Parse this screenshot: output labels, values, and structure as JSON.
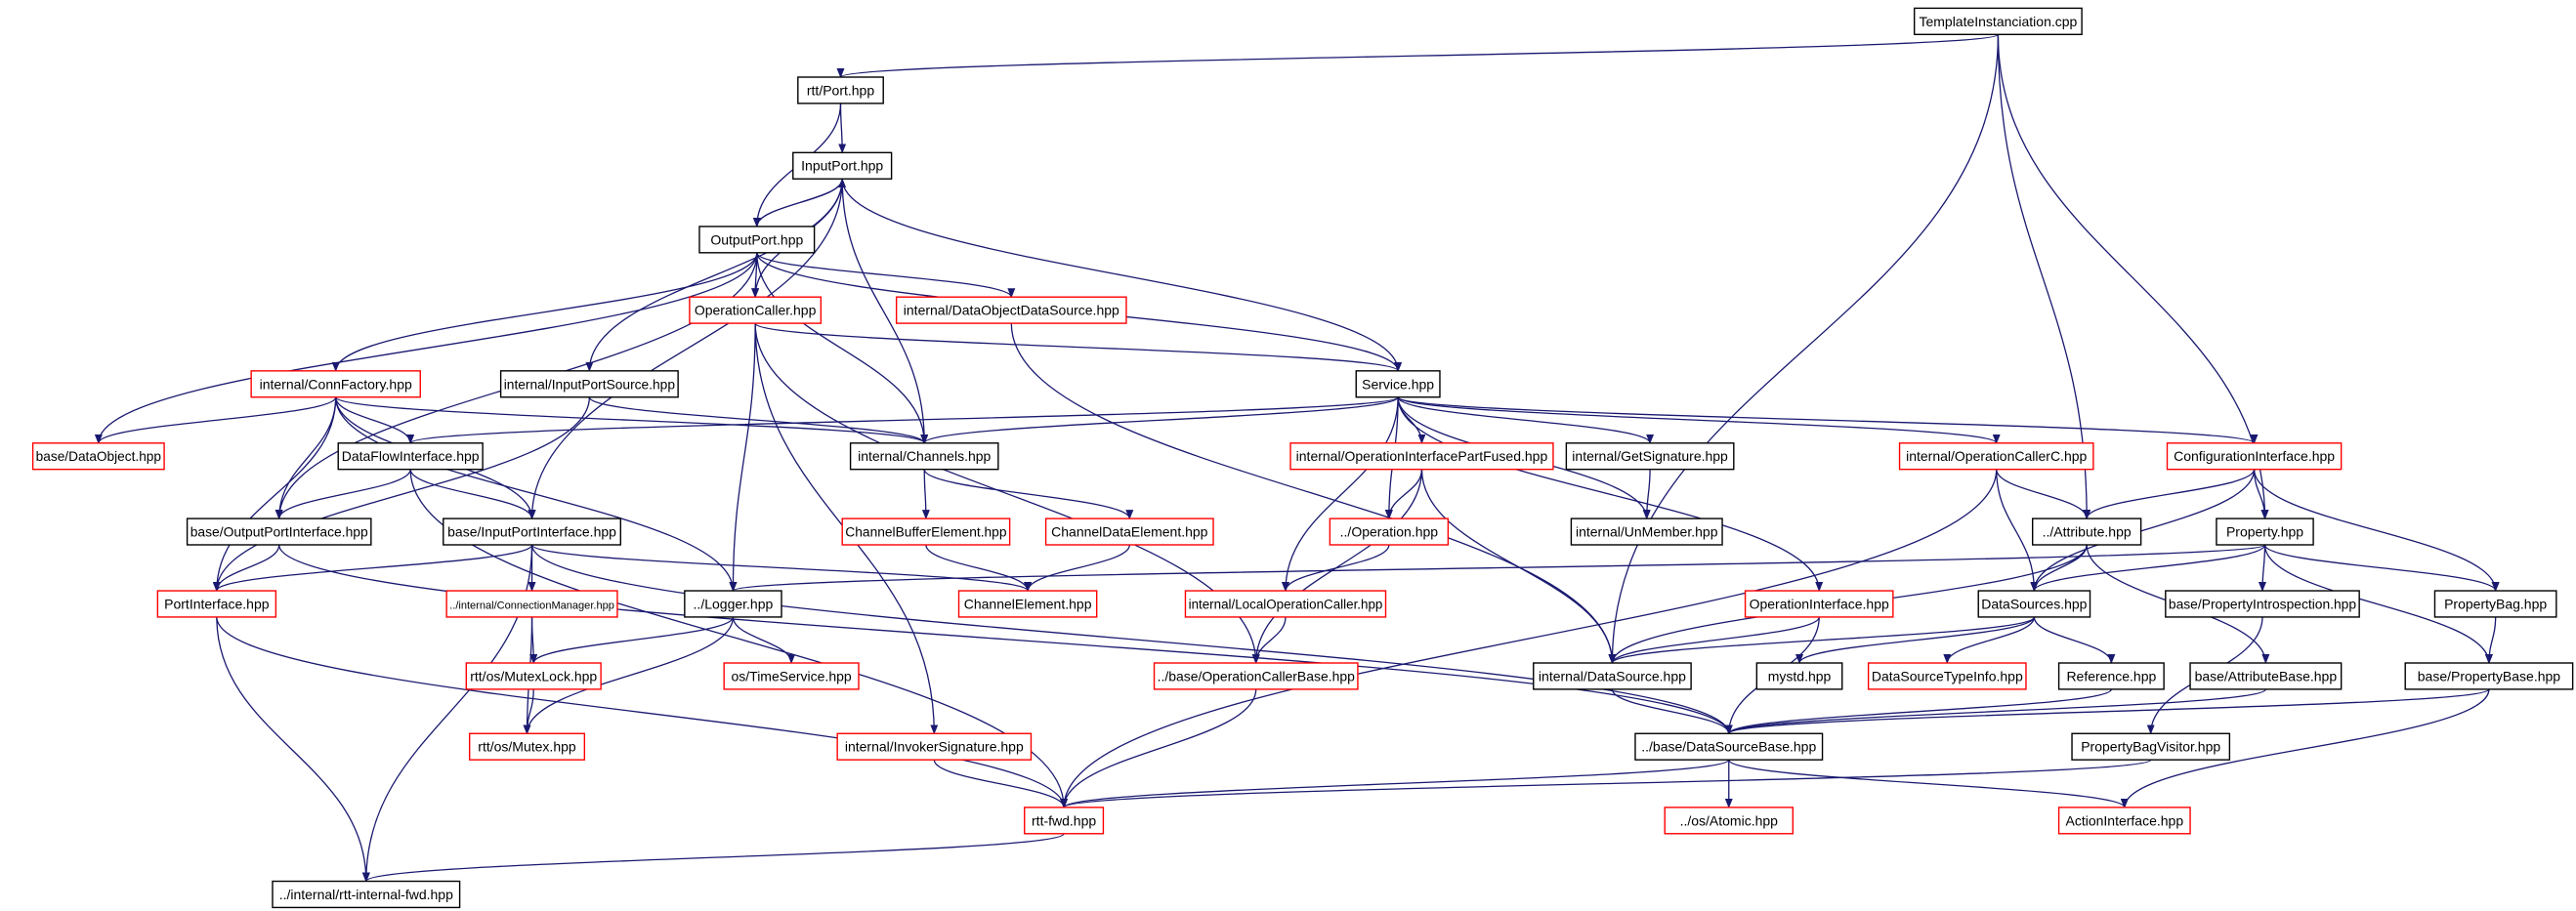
{
  "colors": {
    "edge": "#191970",
    "border_black": "#000000",
    "border_red": "#ff0000",
    "root_fill": "#bfbfbf",
    "background": "#ffffff"
  },
  "nodes": [
    {
      "id": "n0",
      "label": "TemplateInstanciation.cpp",
      "border": "black",
      "root": true
    },
    {
      "id": "n1",
      "label": "rtt/Port.hpp",
      "border": "black"
    },
    {
      "id": "n2",
      "label": "InputPort.hpp",
      "border": "black"
    },
    {
      "id": "n3",
      "label": "OutputPort.hpp",
      "border": "black"
    },
    {
      "id": "n4",
      "label": "OperationCaller.hpp",
      "border": "red"
    },
    {
      "id": "n5",
      "label": "internal/DataObjectDataSource.hpp",
      "border": "red"
    },
    {
      "id": "n6",
      "label": "internal/ConnFactory.hpp",
      "border": "red"
    },
    {
      "id": "n7",
      "label": "internal/InputPortSource.hpp",
      "border": "black"
    },
    {
      "id": "n8",
      "label": "Service.hpp",
      "border": "black"
    },
    {
      "id": "n9",
      "label": "base/DataObject.hpp",
      "border": "red"
    },
    {
      "id": "n10",
      "label": "DataFlowInterface.hpp",
      "border": "black"
    },
    {
      "id": "n11",
      "label": "internal/Channels.hpp",
      "border": "black"
    },
    {
      "id": "n12",
      "label": "internal/OperationInterfacePartFused.hpp",
      "border": "red"
    },
    {
      "id": "n13",
      "label": "internal/GetSignature.hpp",
      "border": "black"
    },
    {
      "id": "n14",
      "label": "internal/OperationCallerC.hpp",
      "border": "red"
    },
    {
      "id": "n15",
      "label": "ConfigurationInterface.hpp",
      "border": "red"
    },
    {
      "id": "n16",
      "label": "base/OutputPortInterface.hpp",
      "border": "black"
    },
    {
      "id": "n17",
      "label": "base/InputPortInterface.hpp",
      "border": "black"
    },
    {
      "id": "n18",
      "label": "ChannelBufferElement.hpp",
      "border": "red"
    },
    {
      "id": "n19",
      "label": "ChannelDataElement.hpp",
      "border": "red"
    },
    {
      "id": "n20",
      "label": "../Operation.hpp",
      "border": "red"
    },
    {
      "id": "n21",
      "label": "internal/UnMember.hpp",
      "border": "black"
    },
    {
      "id": "n22",
      "label": "../Attribute.hpp",
      "border": "black"
    },
    {
      "id": "n23",
      "label": "Property.hpp",
      "border": "black"
    },
    {
      "id": "n24",
      "label": "PortInterface.hpp",
      "border": "red"
    },
    {
      "id": "n25",
      "label": "../internal/ConnectionManager.hpp",
      "border": "red"
    },
    {
      "id": "n26",
      "label": "../Logger.hpp",
      "border": "black"
    },
    {
      "id": "n27",
      "label": "ChannelElement.hpp",
      "border": "red"
    },
    {
      "id": "n28",
      "label": "internal/LocalOperationCaller.hpp",
      "border": "red"
    },
    {
      "id": "n29",
      "label": "OperationInterface.hpp",
      "border": "red"
    },
    {
      "id": "n30",
      "label": "DataSources.hpp",
      "border": "black"
    },
    {
      "id": "n31",
      "label": "base/PropertyIntrospection.hpp",
      "border": "black"
    },
    {
      "id": "n32",
      "label": "PropertyBag.hpp",
      "border": "black"
    },
    {
      "id": "n33",
      "label": "rtt/os/MutexLock.hpp",
      "border": "red"
    },
    {
      "id": "n34",
      "label": "os/TimeService.hpp",
      "border": "red"
    },
    {
      "id": "n35",
      "label": "../base/OperationCallerBase.hpp",
      "border": "red"
    },
    {
      "id": "n36",
      "label": "internal/DataSource.hpp",
      "border": "black"
    },
    {
      "id": "n37",
      "label": "mystd.hpp",
      "border": "black"
    },
    {
      "id": "n38",
      "label": "DataSourceTypeInfo.hpp",
      "border": "red"
    },
    {
      "id": "n39",
      "label": "Reference.hpp",
      "border": "black"
    },
    {
      "id": "n40",
      "label": "base/AttributeBase.hpp",
      "border": "black"
    },
    {
      "id": "n41",
      "label": "base/PropertyBase.hpp",
      "border": "black"
    },
    {
      "id": "n42",
      "label": "rtt/os/Mutex.hpp",
      "border": "red"
    },
    {
      "id": "n43",
      "label": "internal/InvokerSignature.hpp",
      "border": "red"
    },
    {
      "id": "n44",
      "label": "../base/DataSourceBase.hpp",
      "border": "black"
    },
    {
      "id": "n45",
      "label": "PropertyBagVisitor.hpp",
      "border": "black"
    },
    {
      "id": "n46",
      "label": "rtt-fwd.hpp",
      "border": "red"
    },
    {
      "id": "n47",
      "label": "../os/Atomic.hpp",
      "border": "red"
    },
    {
      "id": "n48",
      "label": "ActionInterface.hpp",
      "border": "red"
    },
    {
      "id": "n49",
      "label": "../internal/rtt-internal-fwd.hpp",
      "border": "black"
    }
  ],
  "edges": [
    [
      "n0",
      "n1"
    ],
    [
      "n0",
      "n36"
    ],
    [
      "n0",
      "n22"
    ],
    [
      "n0",
      "n23"
    ],
    [
      "n1",
      "n2"
    ],
    [
      "n1",
      "n3"
    ],
    [
      "n2",
      "n3"
    ],
    [
      "n2",
      "n4"
    ],
    [
      "n2",
      "n7"
    ],
    [
      "n2",
      "n8"
    ],
    [
      "n2",
      "n11"
    ],
    [
      "n2",
      "n17"
    ],
    [
      "n3",
      "n2"
    ],
    [
      "n3",
      "n4"
    ],
    [
      "n3",
      "n5"
    ],
    [
      "n3",
      "n6"
    ],
    [
      "n3",
      "n8"
    ],
    [
      "n3",
      "n9"
    ],
    [
      "n3",
      "n11"
    ],
    [
      "n3",
      "n16"
    ],
    [
      "n4",
      "n8"
    ],
    [
      "n4",
      "n26"
    ],
    [
      "n4",
      "n35"
    ],
    [
      "n4",
      "n43"
    ],
    [
      "n5",
      "n36"
    ],
    [
      "n6",
      "n9"
    ],
    [
      "n6",
      "n10"
    ],
    [
      "n6",
      "n11"
    ],
    [
      "n6",
      "n16"
    ],
    [
      "n6",
      "n17"
    ],
    [
      "n6",
      "n24"
    ],
    [
      "n6",
      "n26"
    ],
    [
      "n7",
      "n11"
    ],
    [
      "n7",
      "n24"
    ],
    [
      "n8",
      "n10"
    ],
    [
      "n8",
      "n11"
    ],
    [
      "n8",
      "n12"
    ],
    [
      "n8",
      "n13"
    ],
    [
      "n8",
      "n14"
    ],
    [
      "n8",
      "n15"
    ],
    [
      "n8",
      "n20"
    ],
    [
      "n8",
      "n21"
    ],
    [
      "n8",
      "n28"
    ],
    [
      "n8",
      "n29"
    ],
    [
      "n10",
      "n16"
    ],
    [
      "n10",
      "n17"
    ],
    [
      "n10",
      "n46"
    ],
    [
      "n11",
      "n18"
    ],
    [
      "n11",
      "n19"
    ],
    [
      "n12",
      "n20"
    ],
    [
      "n12",
      "n35"
    ],
    [
      "n12",
      "n36"
    ],
    [
      "n13",
      "n21"
    ],
    [
      "n14",
      "n22"
    ],
    [
      "n14",
      "n30"
    ],
    [
      "n14",
      "n46"
    ],
    [
      "n15",
      "n22"
    ],
    [
      "n15",
      "n23"
    ],
    [
      "n15",
      "n30"
    ],
    [
      "n15",
      "n32"
    ],
    [
      "n16",
      "n24"
    ],
    [
      "n16",
      "n44"
    ],
    [
      "n17",
      "n24"
    ],
    [
      "n17",
      "n25"
    ],
    [
      "n17",
      "n27"
    ],
    [
      "n17",
      "n44"
    ],
    [
      "n17",
      "n49"
    ],
    [
      "n18",
      "n27"
    ],
    [
      "n19",
      "n27"
    ],
    [
      "n20",
      "n28"
    ],
    [
      "n22",
      "n30"
    ],
    [
      "n22",
      "n36"
    ],
    [
      "n22",
      "n40"
    ],
    [
      "n23",
      "n26"
    ],
    [
      "n23",
      "n30"
    ],
    [
      "n23",
      "n31"
    ],
    [
      "n23",
      "n32"
    ],
    [
      "n23",
      "n41"
    ],
    [
      "n24",
      "n46"
    ],
    [
      "n24",
      "n49"
    ],
    [
      "n25",
      "n33"
    ],
    [
      "n25",
      "n42"
    ],
    [
      "n26",
      "n33"
    ],
    [
      "n26",
      "n34"
    ],
    [
      "n26",
      "n42"
    ],
    [
      "n28",
      "n35"
    ],
    [
      "n29",
      "n36"
    ],
    [
      "n29",
      "n44"
    ],
    [
      "n30",
      "n36"
    ],
    [
      "n30",
      "n37"
    ],
    [
      "n30",
      "n38"
    ],
    [
      "n30",
      "n39"
    ],
    [
      "n31",
      "n45"
    ],
    [
      "n32",
      "n41"
    ],
    [
      "n33",
      "n42"
    ],
    [
      "n35",
      "n46"
    ],
    [
      "n36",
      "n44"
    ],
    [
      "n39",
      "n44"
    ],
    [
      "n40",
      "n44"
    ],
    [
      "n41",
      "n44"
    ],
    [
      "n41",
      "n48"
    ],
    [
      "n43",
      "n46"
    ],
    [
      "n44",
      "n46"
    ],
    [
      "n44",
      "n47"
    ],
    [
      "n44",
      "n48"
    ],
    [
      "n45",
      "n46"
    ],
    [
      "n46",
      "n49"
    ]
  ]
}
